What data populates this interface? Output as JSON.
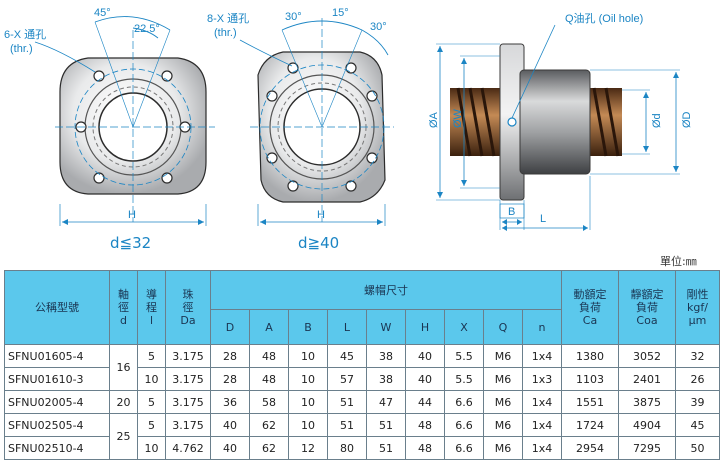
{
  "drawing": {
    "left_angle_45": "45°",
    "left_angle_225": "22.5°",
    "left_holes_label": "6-X 通孔",
    "left_holes_sub": "(thr.)",
    "mid_holes_label": "8-X 通孔",
    "mid_holes_sub": "(thr.)",
    "mid_angle_30a": "30°",
    "mid_angle_15": "15°",
    "mid_angle_30b": "30°",
    "oil_hole_label": "Q油孔 (Oil hole)",
    "dim_H_left": "H",
    "dim_H_mid": "H",
    "dim_A": "ØA",
    "dim_W": "ØW",
    "dim_d": "Ød",
    "dim_D": "ØD",
    "dim_B": "B",
    "dim_L": "L",
    "caption_left": "d≦32",
    "caption_mid": "d≧40"
  },
  "unit_label": "單位:㎜",
  "table": {
    "headers": {
      "model": "公稱型號",
      "shaft": [
        "軸",
        "徑",
        "d"
      ],
      "lead": [
        "導",
        "程",
        "l"
      ],
      "ball": [
        "珠",
        "徑",
        "Da"
      ],
      "nut_dims": "螺帽尺寸",
      "dynamic": [
        "動額定",
        "負荷",
        "Ca"
      ],
      "static": [
        "靜額定",
        "負荷",
        "Coa"
      ],
      "rigidity": [
        "剛性",
        "kgf/",
        "μm"
      ],
      "sub": [
        "D",
        "A",
        "B",
        "L",
        "W",
        "H",
        "X",
        "Q",
        "n"
      ]
    },
    "rows": [
      {
        "model": "SFNU01605-4",
        "d": "16",
        "l": "5",
        "da": "3.175",
        "D": "28",
        "A": "48",
        "B": "10",
        "L": "45",
        "W": "38",
        "H": "40",
        "X": "5.5",
        "Q": "M6",
        "n": "1x4",
        "ca": "1380",
        "coa": "3052",
        "k": "32"
      },
      {
        "model": "SFNU01610-3",
        "d": "",
        "l": "10",
        "da": "3.175",
        "D": "28",
        "A": "48",
        "B": "10",
        "L": "57",
        "W": "38",
        "H": "40",
        "X": "5.5",
        "Q": "M6",
        "n": "1x3",
        "ca": "1103",
        "coa": "2401",
        "k": "26"
      },
      {
        "model": "SFNU02005-4",
        "d": "20",
        "l": "5",
        "da": "3.175",
        "D": "36",
        "A": "58",
        "B": "10",
        "L": "51",
        "W": "47",
        "H": "44",
        "X": "6.6",
        "Q": "M6",
        "n": "1x4",
        "ca": "1551",
        "coa": "3875",
        "k": "39"
      },
      {
        "model": "SFNU02505-4",
        "d": "25",
        "l": "5",
        "da": "3.175",
        "D": "40",
        "A": "62",
        "B": "10",
        "L": "51",
        "W": "51",
        "H": "48",
        "X": "6.6",
        "Q": "M6",
        "n": "1x4",
        "ca": "1724",
        "coa": "4904",
        "k": "45"
      },
      {
        "model": "SFNU02510-4",
        "d": "",
        "l": "10",
        "da": "4.762",
        "D": "40",
        "A": "62",
        "B": "12",
        "L": "80",
        "W": "51",
        "H": "48",
        "X": "6.6",
        "Q": "M6",
        "n": "1x4",
        "ca": "2954",
        "coa": "7295",
        "k": "50"
      }
    ]
  },
  "colors": {
    "line": "#1b85c4",
    "header_bg": "#5bc8ec",
    "nut_gray": "#8a8c8f",
    "nut_light": "#c7c9cb"
  }
}
